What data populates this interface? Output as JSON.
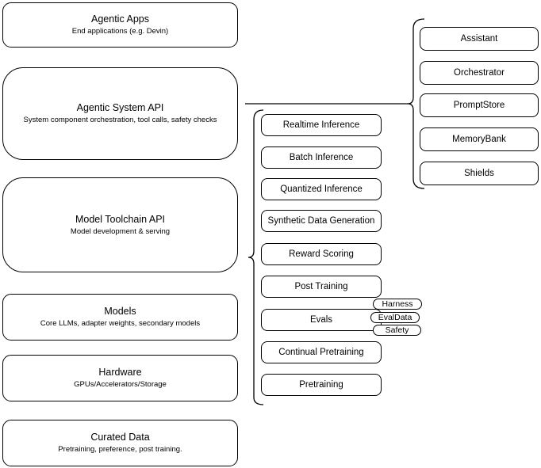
{
  "diagram": {
    "left_stack": [
      {
        "title": "Agentic Apps",
        "subtitle": "End applications (e.g. Devin)"
      },
      {
        "title": "Agentic System API",
        "subtitle": "System component orchestration, tool calls, safety checks"
      },
      {
        "title": "Model Toolchain API",
        "subtitle": "Model development & serving"
      },
      {
        "title": "Models",
        "subtitle": "Core LLMs, adapter weights, secondary models"
      },
      {
        "title": "Hardware",
        "subtitle": "GPUs/Accelerators/Storage"
      },
      {
        "title": "Curated Data",
        "subtitle": "Pretraining, preference, post training."
      }
    ],
    "toolchain_services": [
      "Realtime Inference",
      "Batch Inference",
      "Quantized Inference",
      "Synthetic Data Generation",
      "Reward Scoring",
      "Post Training",
      "Evals",
      "Continual Pretraining",
      "Pretraining"
    ],
    "evals_tags": [
      "Harness",
      "EvalData",
      "Safety"
    ],
    "system_components": [
      "Assistant",
      "Orchestrator",
      "PromptStore",
      "MemoryBank",
      "Shields"
    ],
    "colors": {
      "stroke": "#000000",
      "fill": "#ffffff",
      "background": "#ffffff"
    }
  }
}
